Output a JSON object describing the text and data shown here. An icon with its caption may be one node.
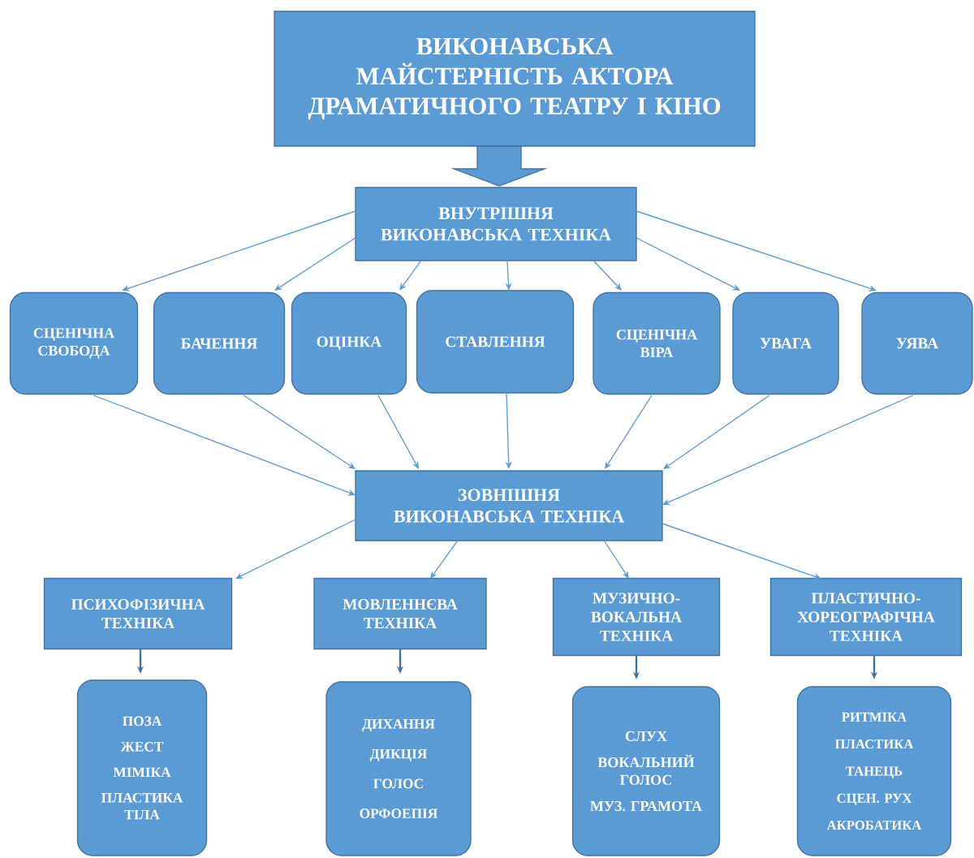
{
  "diagram": {
    "nodes": [
      {
        "text": [
          "ВИКОНАВСЬКА МАЙСТЕРНІСТЬ АКТОРА ДРАМАТИЧНОГО ТЕАТРУ І КІНО"
        ]
      },
      {
        "text": [
          "ВНУТРІШНЯ ВИКОНАВСЬКА ТЕХНІКА"
        ]
      },
      {
        "text": [
          "СЦЕНІЧНА СВОБОДА"
        ]
      },
      {
        "text": [
          "БАЧЕННЯ"
        ]
      },
      {
        "text": [
          "ОЦІНКА"
        ]
      },
      {
        "text": [
          "СТАВЛЕННЯ"
        ]
      },
      {
        "text": [
          "СЦЕНІЧНА ВІРА"
        ]
      },
      {
        "text": [
          "УВАГА"
        ]
      },
      {
        "text": [
          "УЯВА"
        ]
      },
      {
        "text": [
          "ЗОВНІШНЯ ВИКОНАВСЬКА ТЕХНІКА"
        ]
      },
      {
        "text": [
          "ПСИХОФІЗИЧНА ТЕХНІКА"
        ]
      },
      {
        "text": [
          "МОВЛЕННЄВА ТЕХНІКА"
        ]
      },
      {
        "text": [
          "МУЗИЧНО- ВОКАЛЬНА ТЕХНІКА"
        ]
      },
      {
        "text": [
          "ПЛАСТИЧНО- ХОРЕОГРАФІЧНА ТЕХНІКА"
        ]
      },
      {
        "text": [
          "ПОЗА",
          "ЖЕСТ",
          "МІМІКА",
          "ПЛАСТИКА ТІЛА"
        ]
      },
      {
        "text": [
          "ДИХАННЯ",
          "ДИКЦІЯ",
          "ГОЛОС",
          "ОРФОЕПІЯ"
        ]
      },
      {
        "text": [
          "СЛУХ",
          "ВОКАЛЬНИЙ ГОЛОС",
          "МУЗ. ГРАМОТА"
        ]
      },
      {
        "text": [
          "РИТМІКА",
          "ПЛАСТИКА",
          "ТАНЕЦЬ",
          "СЦЕН. РУХ",
          "АКРОБАТИКА"
        ]
      }
    ],
    "edges": [
      {
        "from": 0,
        "to": 1,
        "arrow": "to",
        "style": "thick"
      },
      {
        "from": 1,
        "to": 2,
        "arrow": "to"
      },
      {
        "from": 1,
        "to": 3,
        "arrow": "to"
      },
      {
        "from": 1,
        "to": 4,
        "arrow": "to"
      },
      {
        "from": 1,
        "to": 5,
        "arrow": "to"
      },
      {
        "from": 1,
        "to": 6,
        "arrow": "to"
      },
      {
        "from": 1,
        "to": 7,
        "arrow": "to"
      },
      {
        "from": 1,
        "to": 8,
        "arrow": "to"
      },
      {
        "from": 2,
        "to": 9,
        "arrow": "to"
      },
      {
        "from": 3,
        "to": 9,
        "arrow": "to"
      },
      {
        "from": 4,
        "to": 9,
        "arrow": "to"
      },
      {
        "from": 5,
        "to": 9,
        "arrow": "to"
      },
      {
        "from": 6,
        "to": 9,
        "arrow": "to"
      },
      {
        "from": 7,
        "to": 9,
        "arrow": "to"
      },
      {
        "from": 8,
        "to": 9,
        "arrow": "to"
      },
      {
        "from": 9,
        "to": 10,
        "arrow": "to"
      },
      {
        "from": 9,
        "to": 11,
        "arrow": "to"
      },
      {
        "from": 9,
        "to": 12,
        "arrow": "to"
      },
      {
        "from": 9,
        "to": 13,
        "arrow": "to"
      },
      {
        "from": 10,
        "to": 14,
        "arrow": "to",
        "color": "#41719c"
      },
      {
        "from": 11,
        "to": 15,
        "arrow": "to",
        "color": "#41719c"
      },
      {
        "from": 12,
        "to": 16,
        "arrow": "to",
        "color": "#41719c"
      },
      {
        "from": 13,
        "to": 17,
        "arrow": "to",
        "color": "#41719c"
      }
    ]
  }
}
